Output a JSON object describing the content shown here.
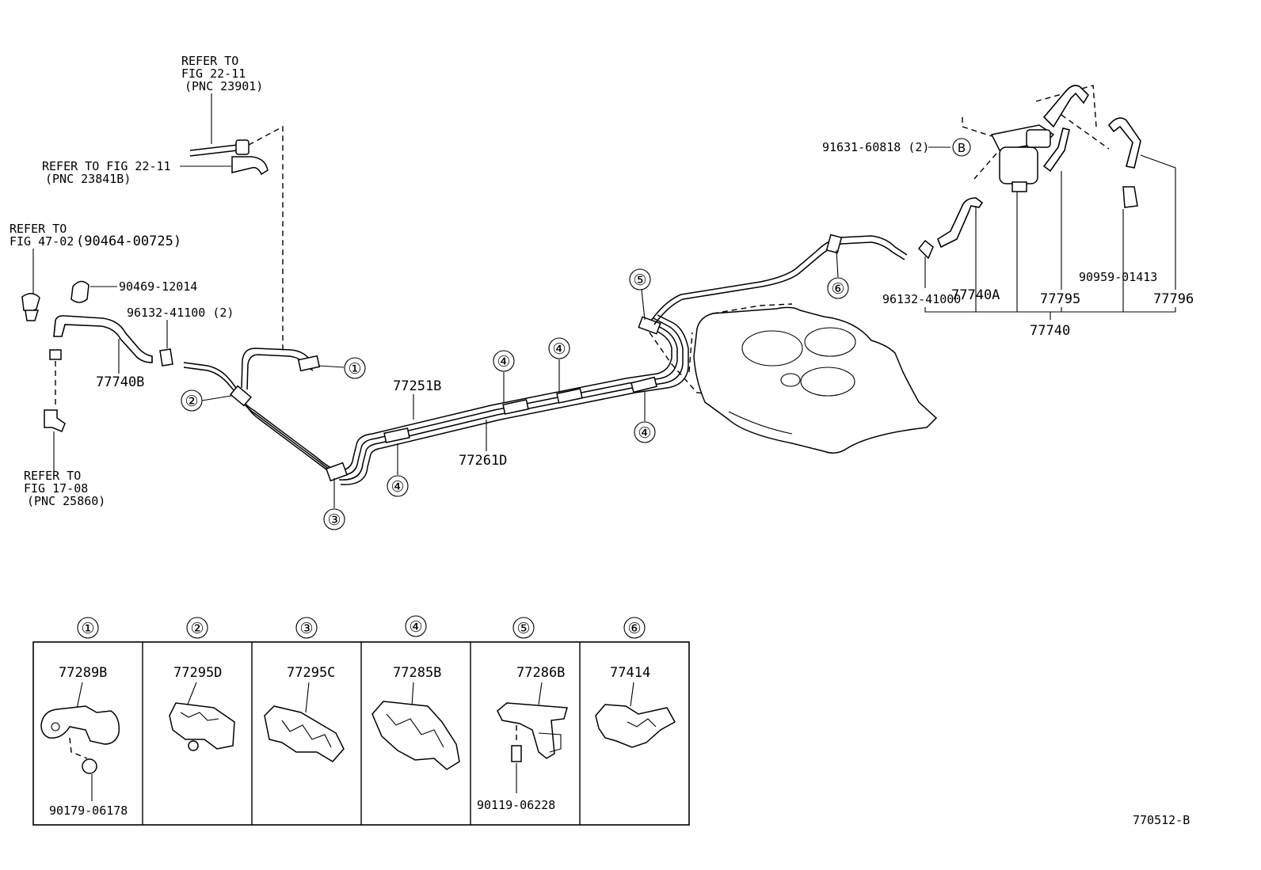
{
  "labels": {
    "refer_2211_top_line1": "REFER TO",
    "refer_2211_top_line2": "FIG 22-11",
    "refer_2211_top_line3": "(PNC 23901)",
    "refer_2211_mid_line1": "REFER TO FIG 22-11",
    "refer_2211_mid_line2": "(PNC 23841B)",
    "refer_4702_line1": "REFER TO",
    "refer_4702_line2": "FIG 47-02",
    "refer_4702_part": "(90464-00725)",
    "refer_1708_line1": "REFER TO",
    "refer_1708_line2": "FIG 17-08",
    "refer_1708_line3": "(PNC 25860)",
    "p90469": "90469-12014",
    "p96132_41100": "96132-41100 (2)",
    "p77740B": "77740B",
    "p77251B": "77251B",
    "p77261D": "77261D",
    "p91631": "91631-60818 (2)",
    "circle_b": "B",
    "p77740A": "77740A",
    "p96132_41000": "96132-41000",
    "p77795": "77795",
    "p90959": "90959-01413",
    "p77796": "77796",
    "p77740": "77740",
    "figure_code": "770512-B"
  },
  "callouts": [
    "①",
    "②",
    "③",
    "④",
    "⑤",
    "⑥"
  ],
  "detail_table": {
    "columns": [
      {
        "header": "①",
        "part": "77289B",
        "sub_part": "90179-06178"
      },
      {
        "header": "②",
        "part": "77295D",
        "sub_part": ""
      },
      {
        "header": "③",
        "part": "77295C",
        "sub_part": ""
      },
      {
        "header": "④",
        "part": "77285B",
        "sub_part": ""
      },
      {
        "header": "⑤",
        "part": "77286B",
        "sub_part": "90119-06228"
      },
      {
        "header": "⑥",
        "part": "77414",
        "sub_part": ""
      }
    ]
  }
}
